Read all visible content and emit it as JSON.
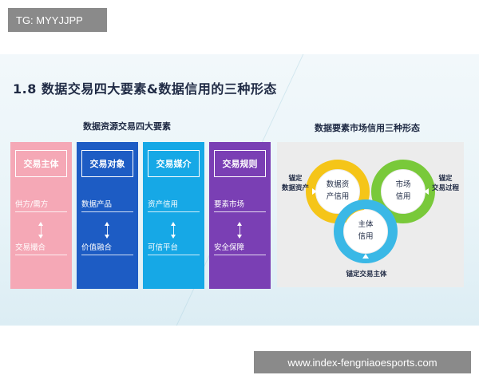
{
  "watermark_top": "TG: MYYJJPP",
  "watermark_bottom": "www.index-fengniaoesports.com",
  "slide": {
    "title": "1.8 数据交易四大要素&数据信用的三种形态",
    "left_subtitle": "数据资源交易四大要素",
    "right_subtitle": "数据要素市场信用三种形态",
    "columns": [
      {
        "header": "交易主体",
        "items": [
          "供方/需方",
          "交易撮合"
        ],
        "color": "#f5a8b6"
      },
      {
        "header": "交易对象",
        "items": [
          "数据产品",
          "价值融合"
        ],
        "color": "#1d5cc4"
      },
      {
        "header": "交易媒介",
        "items": [
          "资产信用",
          "可信平台"
        ],
        "color": "#16a8e6"
      },
      {
        "header": "交易规则",
        "items": [
          "要素市场",
          "安全保障"
        ],
        "color": "#7a3fb4"
      }
    ],
    "rings": [
      {
        "label_line1": "数据资",
        "label_line2": "产信用",
        "color": "#f5c518"
      },
      {
        "label_line1": "市场",
        "label_line2": "信用",
        "color": "#79c93a"
      },
      {
        "label_line1": "主体",
        "label_line2": "信用",
        "color": "#3ab8e6"
      }
    ],
    "side_labels": {
      "left_line1": "锚定",
      "left_line2": "数据资产",
      "right_line1": "锚定",
      "right_line2": "交易过程",
      "bottom": "锚定交易主体"
    }
  }
}
